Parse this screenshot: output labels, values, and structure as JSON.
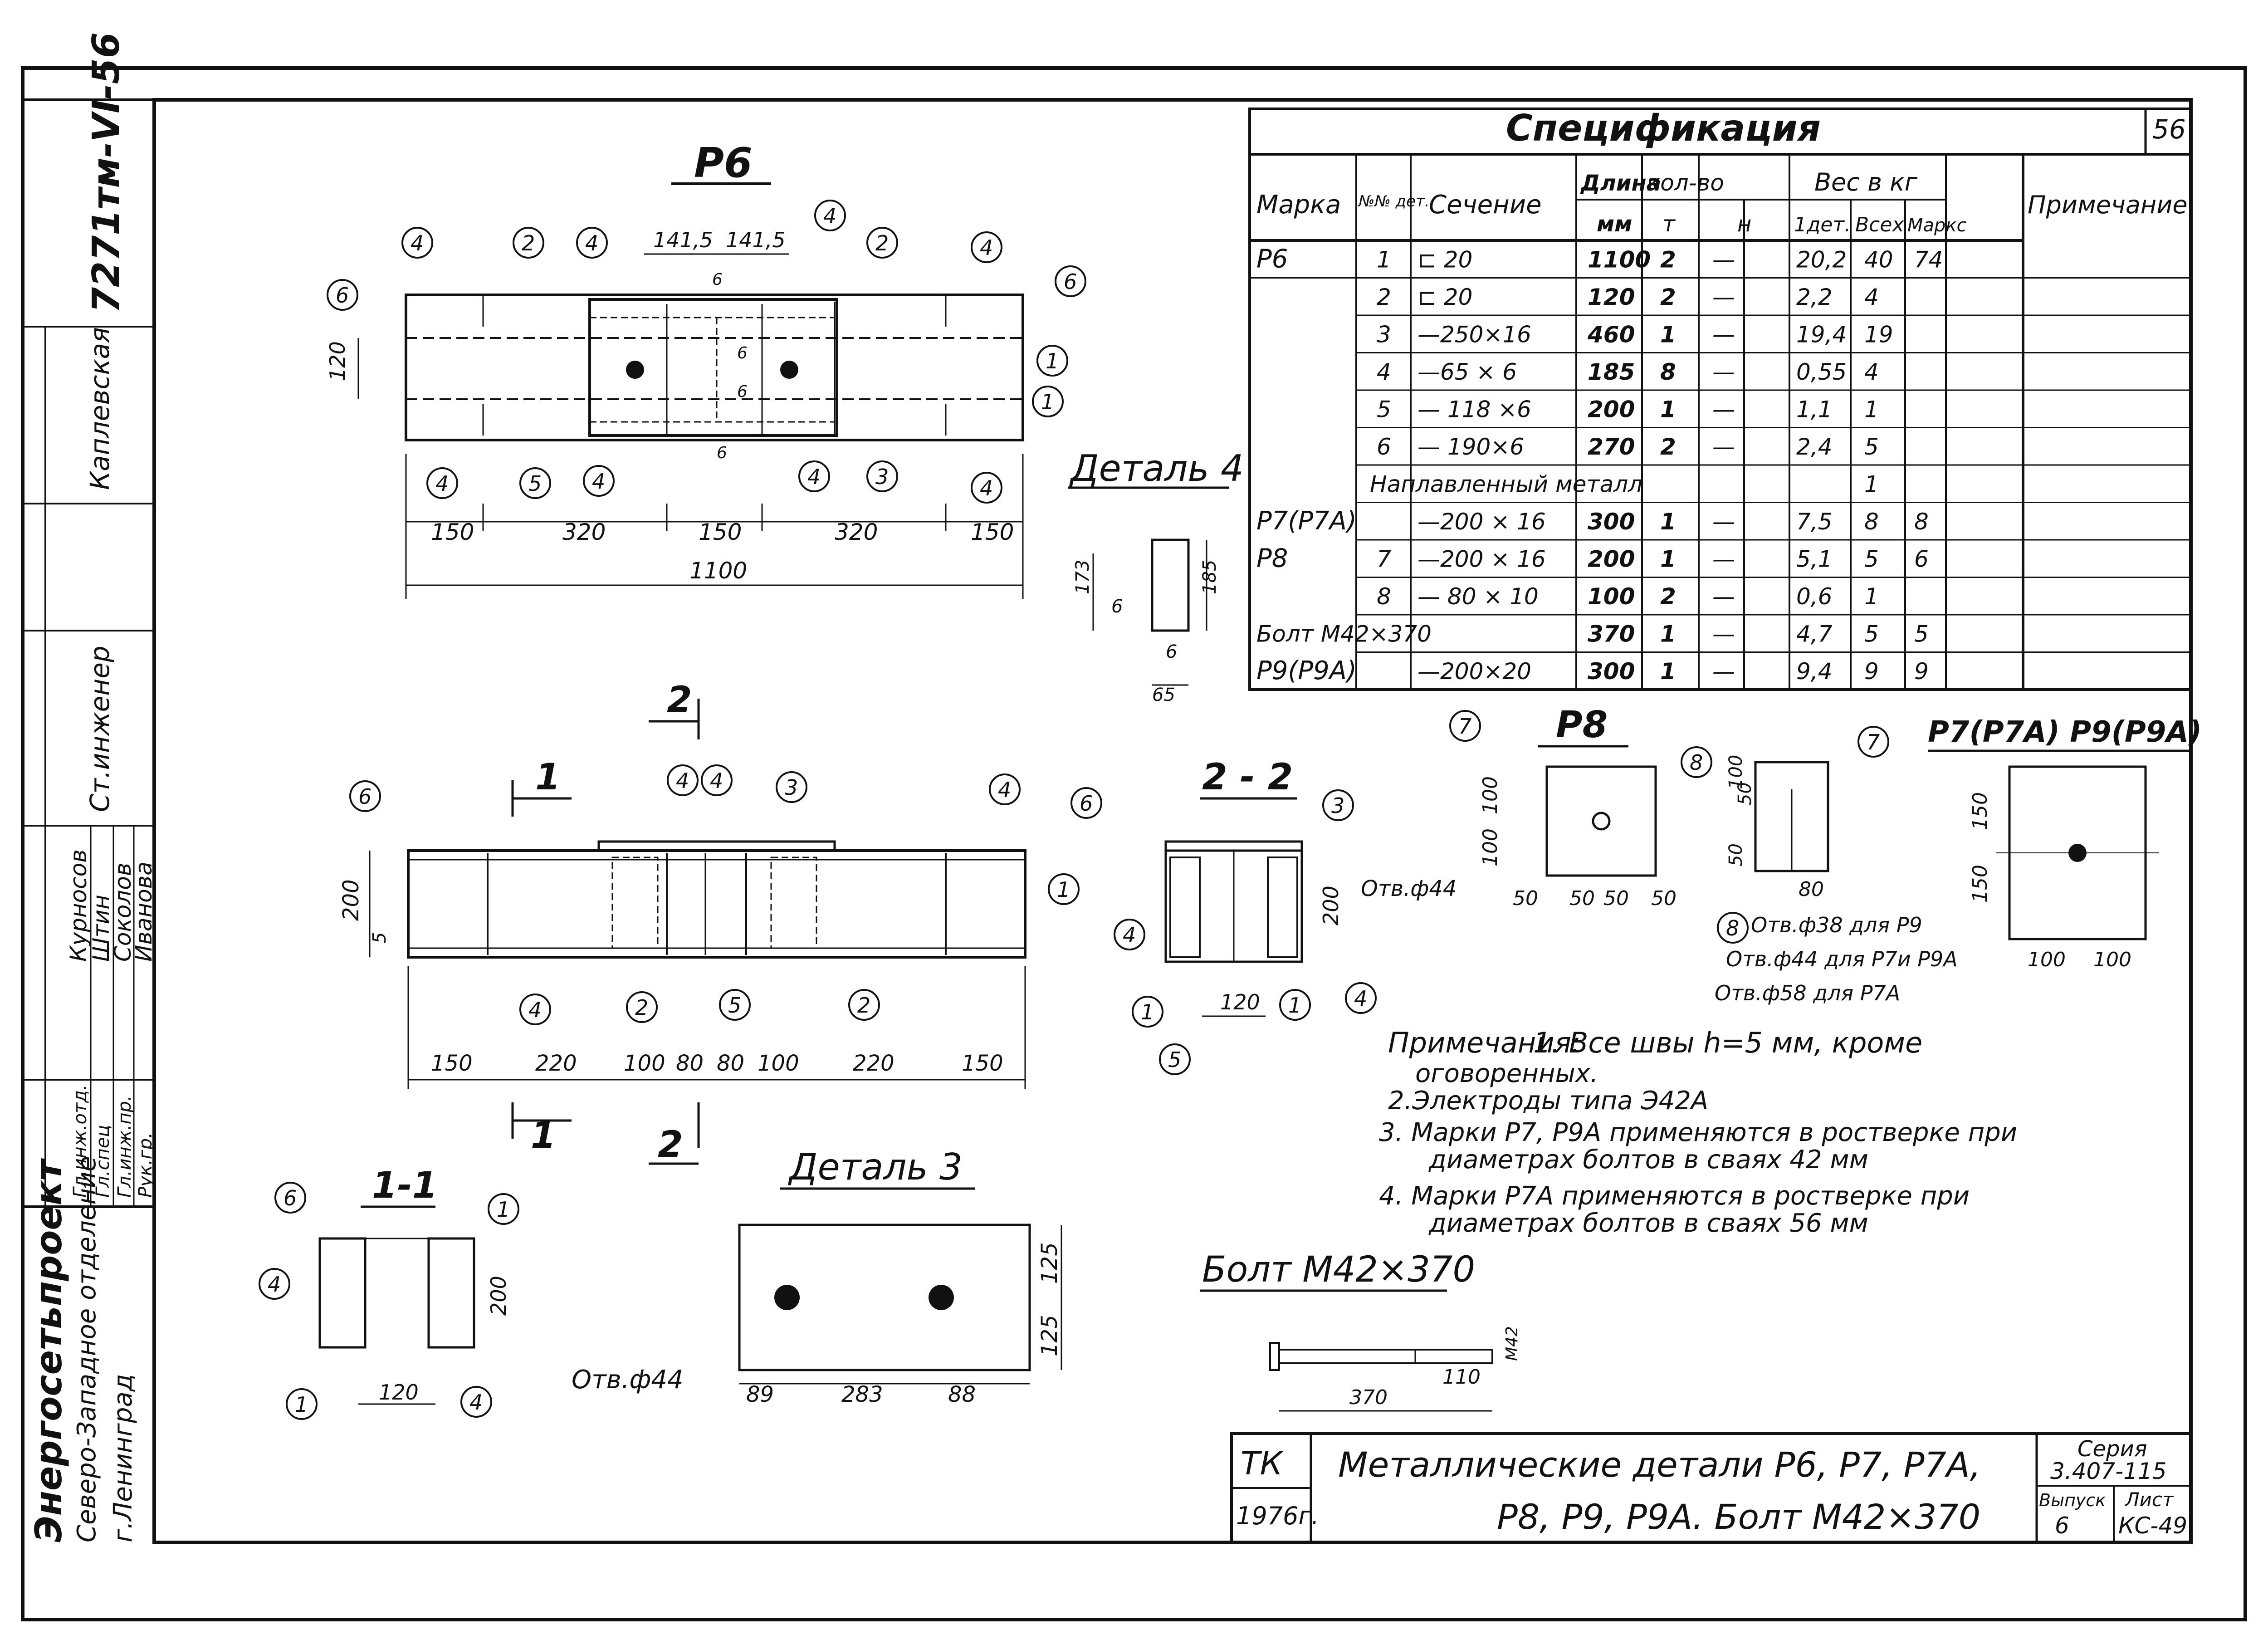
{
  "stamp": {
    "doc_code": "7271тм-VI-56",
    "page_number": "56"
  },
  "left_block": {
    "org": "Энергосетьпроект",
    "dept": "Северо-Западное отделение",
    "city": "г.Ленинград",
    "roles": [
      "Гл.инж.отд.",
      "Гл.спец",
      "Гл.инж.пр.",
      "Рук.гр."
    ],
    "names": [
      "Курносов",
      "Штин",
      "Соколов",
      "Иванова"
    ],
    "eng_role": "Ст.инженер",
    "eng_name": "Каплевская"
  },
  "p6": {
    "title": "Р6",
    "top_dims": [
      "141,5",
      "141,5"
    ],
    "dims_bottom": [
      "150",
      "320",
      "150",
      "320",
      "150"
    ],
    "total": "1100",
    "height": "120",
    "inner_small": [
      "6",
      "6",
      "6",
      "6"
    ],
    "callouts": [
      "4",
      "2",
      "4",
      "4",
      "2",
      "4",
      "6",
      "6",
      "1",
      "1",
      "4",
      "5",
      "4",
      "4",
      "3",
      "4"
    ]
  },
  "detail4": {
    "title": "Деталь 4",
    "dims": [
      "173",
      "185",
      "6",
      "6",
      "65"
    ]
  },
  "spec": {
    "title": "Спецификация",
    "headers": {
      "mark": "Марка",
      "num": "№№ дет.",
      "section": "Сечение",
      "length": "Длина",
      "length_unit": "мм",
      "qty": "кол-во",
      "qty_t": "т",
      "qty_n": "н",
      "weight": "Вес в кг",
      "w_one": "1дет.",
      "w_all": "Всех",
      "w_mark": "Маркс",
      "note": "Примечание"
    },
    "rows": [
      {
        "mark": "Р6",
        "num": "1",
        "sec": "⊏ 20",
        "len": "1100",
        "t": "2",
        "n": "—",
        "w1": "20,2",
        "wa": "40",
        "wm": "74"
      },
      {
        "mark": "",
        "num": "2",
        "sec": "⊏ 20",
        "len": "120",
        "t": "2",
        "n": "—",
        "w1": "2,2",
        "wa": "4",
        "wm": ""
      },
      {
        "mark": "",
        "num": "3",
        "sec": "—250×16",
        "len": "460",
        "t": "1",
        "n": "—",
        "w1": "19,4",
        "wa": "19",
        "wm": ""
      },
      {
        "mark": "",
        "num": "4",
        "sec": "—65 × 6",
        "len": "185",
        "t": "8",
        "n": "—",
        "w1": "0,55",
        "wa": "4",
        "wm": ""
      },
      {
        "mark": "",
        "num": "5",
        "sec": "— 118 ×6",
        "len": "200",
        "t": "1",
        "n": "—",
        "w1": "1,1",
        "wa": "1",
        "wm": ""
      },
      {
        "mark": "",
        "num": "6",
        "sec": "— 190×6",
        "len": "270",
        "t": "2",
        "n": "—",
        "w1": "2,4",
        "wa": "5",
        "wm": ""
      },
      {
        "mark": "",
        "num": "",
        "sec": "Наплавленный металл",
        "len": "",
        "t": "",
        "n": "",
        "w1": "",
        "wa": "1",
        "wm": ""
      },
      {
        "mark": "Р7(Р7А)",
        "num": "",
        "sec": "—200 × 16",
        "len": "300",
        "t": "1",
        "n": "—",
        "w1": "7,5",
        "wa": "8",
        "wm": "8"
      },
      {
        "mark": "Р8",
        "num": "7",
        "sec": "—200 × 16",
        "len": "200",
        "t": "1",
        "n": "—",
        "w1": "5,1",
        "wa": "5",
        "wm": "6"
      },
      {
        "mark": "",
        "num": "8",
        "sec": "— 80 × 10",
        "len": "100",
        "t": "2",
        "n": "—",
        "w1": "0,6",
        "wa": "1",
        "wm": ""
      },
      {
        "mark": "Болт М42×370",
        "num": "",
        "sec": "",
        "len": "370",
        "t": "1",
        "n": "—",
        "w1": "4,7",
        "wa": "5",
        "wm": "5"
      },
      {
        "mark": "Р9(Р9А)",
        "num": "",
        "sec": "—200×20",
        "len": "300",
        "t": "1",
        "n": "—",
        "w1": "9,4",
        "wa": "9",
        "wm": "9"
      }
    ]
  },
  "front": {
    "cut1": "1",
    "cut2": "2",
    "height": "200",
    "weld": "5",
    "dims": [
      "150",
      "220",
      "100",
      "80",
      "80",
      "100",
      "220",
      "150"
    ],
    "callouts": [
      "6",
      "4",
      "4",
      "3",
      "4",
      "6",
      "1",
      "4",
      "2",
      "5",
      "2"
    ]
  },
  "s22": {
    "title": "2 - 2",
    "height": "200",
    "width": "120",
    "callouts": [
      "3",
      "4",
      "4",
      "1",
      "1",
      "5"
    ]
  },
  "s11": {
    "title": "1-1",
    "height": "200",
    "width": "120",
    "callouts": [
      "6",
      "1",
      "4",
      "1",
      "4"
    ]
  },
  "detail3": {
    "title": "Деталь 3",
    "hole": "Отв.ф44",
    "dims": [
      "89",
      "283",
      "88",
      "125",
      "125"
    ]
  },
  "p8": {
    "title": "Р8",
    "hole": "Отв.ф44",
    "dims_bottom": [
      "50",
      "50",
      "50",
      "50"
    ],
    "dims_left": [
      "100",
      "100"
    ],
    "side_dims": [
      "50",
      "50"
    ],
    "side_bottom": "80",
    "side_h": "100",
    "callouts": [
      "7",
      "8",
      "7",
      "8"
    ]
  },
  "p79": {
    "title": "Р7(Р7А) Р9(Р9А)",
    "dims_left": [
      "150",
      "150"
    ],
    "dims_bottom": [
      "100",
      "100"
    ],
    "holes": [
      "Отв.ф38 для Р9",
      "Отв.ф44 для Р7и Р9А",
      "Отв.ф58 для Р7А"
    ]
  },
  "notes": {
    "title": "Примечания:",
    "lines": [
      "1. Все швы h=5 мм, кроме",
      "оговоренных.",
      "2.Электроды типа Э42А",
      "3. Марки Р7, Р9А применяются в ростверке при",
      "диаметрах болтов в сваях 42 мм",
      "4. Марки Р7А применяются в ростверке при",
      "диаметрах болтов в сваях 56 мм"
    ]
  },
  "bolt": {
    "title": "Болт М42×370",
    "length": "370",
    "thread": "110",
    "dia": "М42"
  },
  "title_block": {
    "org": "ТК",
    "year": "1976г.",
    "title_line1": "Металлические детали Р6, Р7, Р7А,",
    "title_line2": "Р8, Р9, Р9А. Болт М42×370",
    "series_label": "Серия",
    "series": "3.407-115",
    "issue_label": "Выпуск",
    "issue": "6",
    "sheet_label": "Лист",
    "sheet": "КС-49"
  }
}
